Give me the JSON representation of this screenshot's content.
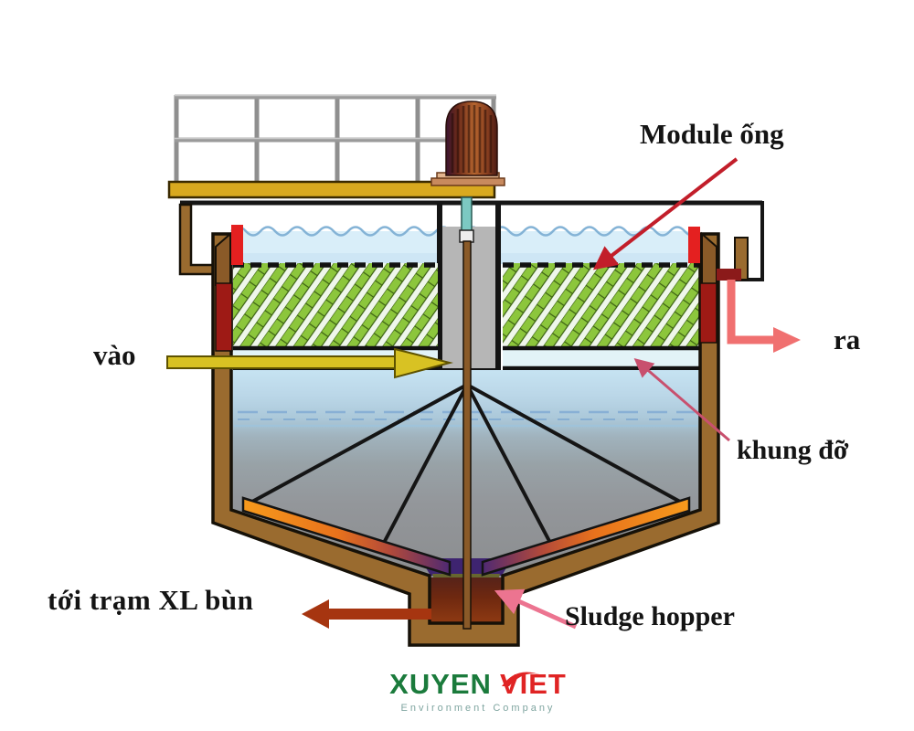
{
  "labels": {
    "module_ong": "Module ống",
    "vao": "vào",
    "ra": "ra",
    "khung_do": "khung đỡ",
    "toi_tram_xl_bun": "tới trạm XL bùn",
    "sludge_hopper": "Sludge hopper"
  },
  "logo": {
    "brand_primary": "XUYEN",
    "brand_secondary": "VIET",
    "tagline": "Environment Company"
  },
  "colors": {
    "platform": "#D8A91F",
    "railing": "#9A9A9A",
    "motor_body": "#8A4A26",
    "tank_wall": "#9A6B2F",
    "weir_red": "#9E1A15",
    "marker_red": "#E42020",
    "module_green": "#8CC63C",
    "water_blue": "#D9EEF9",
    "inlet_yellow": "#D8C223",
    "outlet_salmon": "#F07070",
    "sludge_arrow": "#A63510",
    "label_arrow_red": "#C21E2A",
    "label_arrow_pink": "#C8506E",
    "label_arrow_rose": "#EC7490",
    "scraper_orange": "#F79A1C",
    "logo_green": "#1B7B3C",
    "logo_red": "#E02424",
    "tagline_gray": "#7FA5A0"
  }
}
